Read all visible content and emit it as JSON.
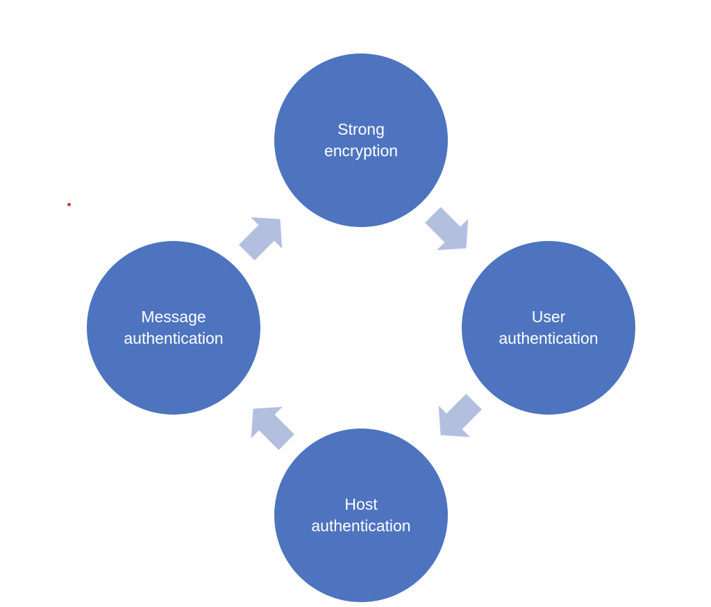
{
  "diagram": {
    "type": "cycle",
    "colors": {
      "node_fill": "#4e74bf",
      "arrow_fill": "#b3bfdf",
      "text": "#ffffff",
      "dot": "#d0393a"
    },
    "nodes": [
      {
        "id": "strong",
        "label": "Strong\nencryption"
      },
      {
        "id": "user",
        "label": "User\nauthentication"
      },
      {
        "id": "host",
        "label": "Host\nauthentication"
      },
      {
        "id": "message",
        "label": "Message\nauthentication"
      }
    ],
    "flow": [
      "strong",
      "user",
      "host",
      "message",
      "strong"
    ]
  }
}
